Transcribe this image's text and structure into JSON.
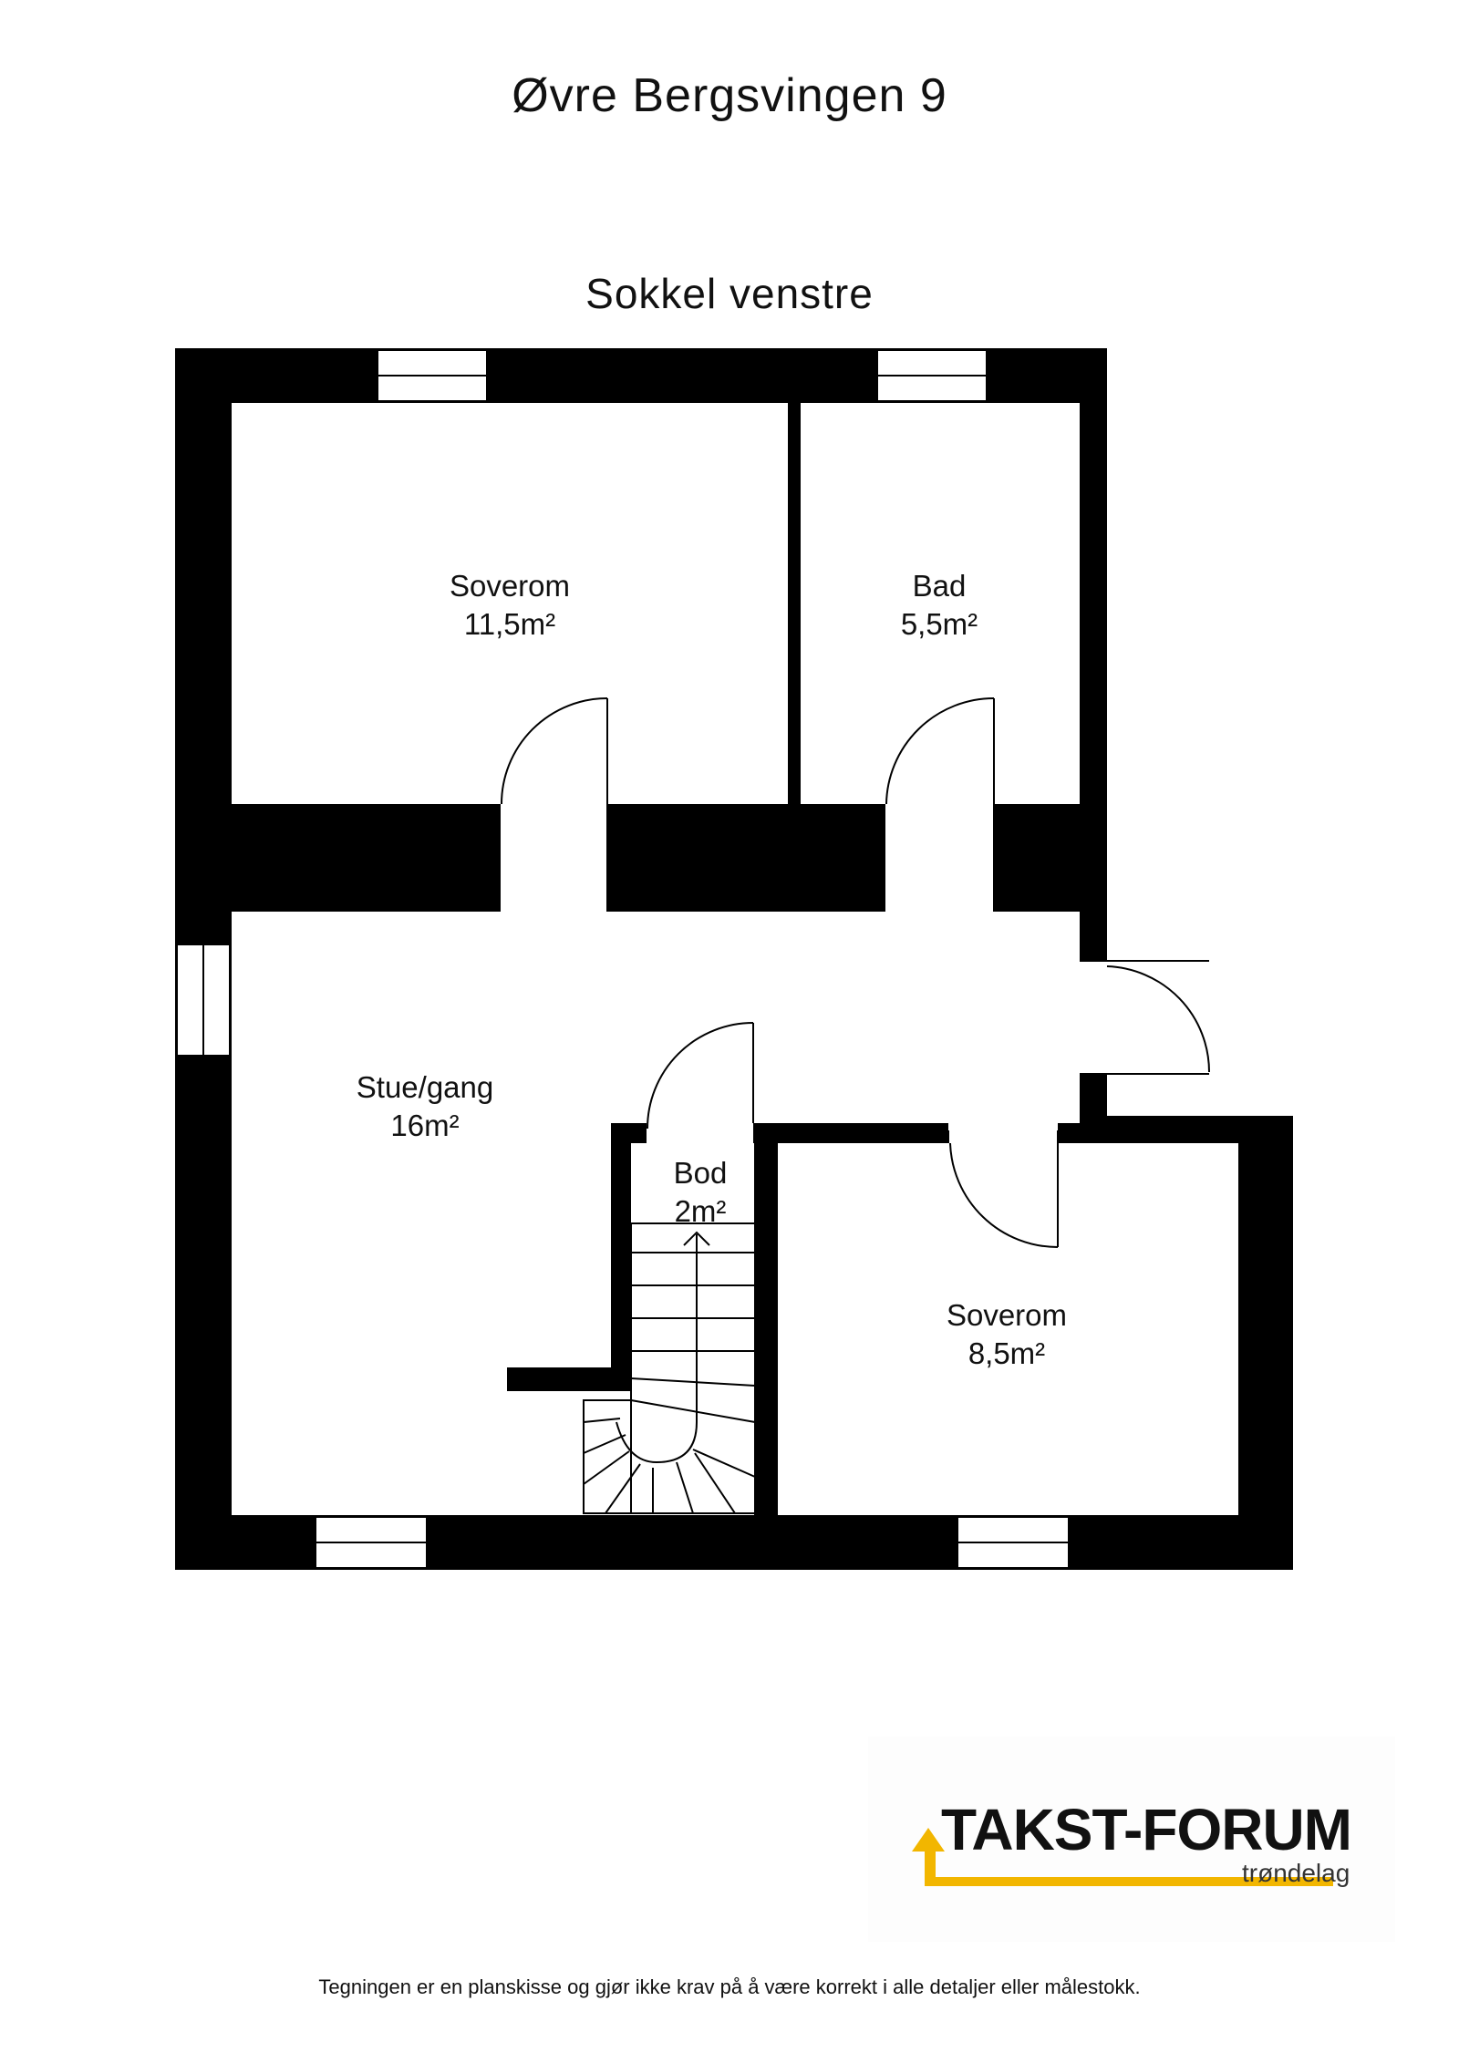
{
  "header": {
    "address": "Øvre Bergsvingen 9",
    "floor": "Sokkel venstre"
  },
  "rooms": [
    {
      "name": "Soverom",
      "area": "11,5m²"
    },
    {
      "name": "Bad",
      "area": "5,5m²"
    },
    {
      "name": "Stue/gang",
      "area": "16m²"
    },
    {
      "name": "Bod",
      "area": "2m²"
    },
    {
      "name": "Soverom",
      "area": "8,5m²"
    }
  ],
  "logo": {
    "main": "TAKST-FORUM",
    "sub": "trøndelag",
    "accent_color": "#f2b600"
  },
  "footer": {
    "disclaimer": "Tegningen er en planskisse og gjør ikke krav på å være korrekt i alle detaljer eller målestokk."
  },
  "colors": {
    "wall": "#000000",
    "background": "#ffffff"
  }
}
